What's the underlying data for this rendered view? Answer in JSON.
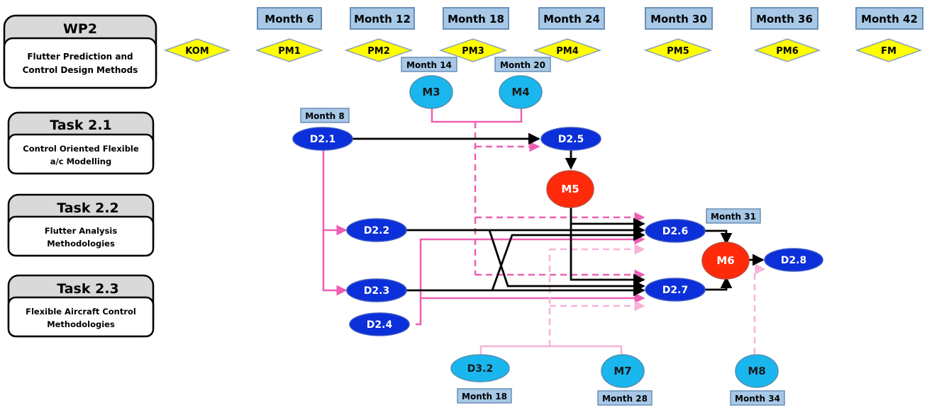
{
  "panels": {
    "wp": {
      "title": "WP2",
      "line1": "Flutter Prediction and",
      "line2": "Control Design Methods"
    },
    "task21": {
      "title": "Task 2.1",
      "line1": "Control Oriented Flexible",
      "line2": "a/c Modelling"
    },
    "task22": {
      "title": "Task 2.2",
      "line1": "Flutter Analysis",
      "line2": "Methodologies"
    },
    "task23": {
      "title": "Task 2.3",
      "line1": "Flexible Aircraft Control",
      "line2": "Methodologies"
    }
  },
  "timeline_months": [
    "Month 6",
    "Month 12",
    "Month 18",
    "Month 24",
    "Month 30",
    "Month 36",
    "Month 42"
  ],
  "meetings": [
    "KOM",
    "PM1",
    "PM2",
    "PM3",
    "PM4",
    "PM5",
    "PM6",
    "FM"
  ],
  "due_labels": {
    "m3": "Month 14",
    "m4": "Month 20",
    "d21": "Month 8",
    "m6": "Month 31",
    "d32": "Month 18",
    "m7": "Month 28",
    "m8": "Month 34"
  },
  "nodes": {
    "d21": "D2.1",
    "d22": "D2.2",
    "d23": "D2.3",
    "d24": "D2.4",
    "d25": "D2.5",
    "d26": "D2.6",
    "d27": "D2.7",
    "d28": "D2.8",
    "d32": "D3.2",
    "m3": "M3",
    "m4": "M4",
    "m5": "M5",
    "m6": "M6",
    "m7": "M7",
    "m8": "M8"
  },
  "colors": {
    "deliverable": "#0b2fd9",
    "milestone_internal": "#ff2a0a",
    "milestone_external": "#1ab6ee",
    "meeting_diamond": "#ffff00",
    "month_box": "#a7c8e6",
    "panel_header": "#d9d9d9",
    "link_pink": "#ee5fb4",
    "link_light_pink": "#f7b3d8"
  }
}
